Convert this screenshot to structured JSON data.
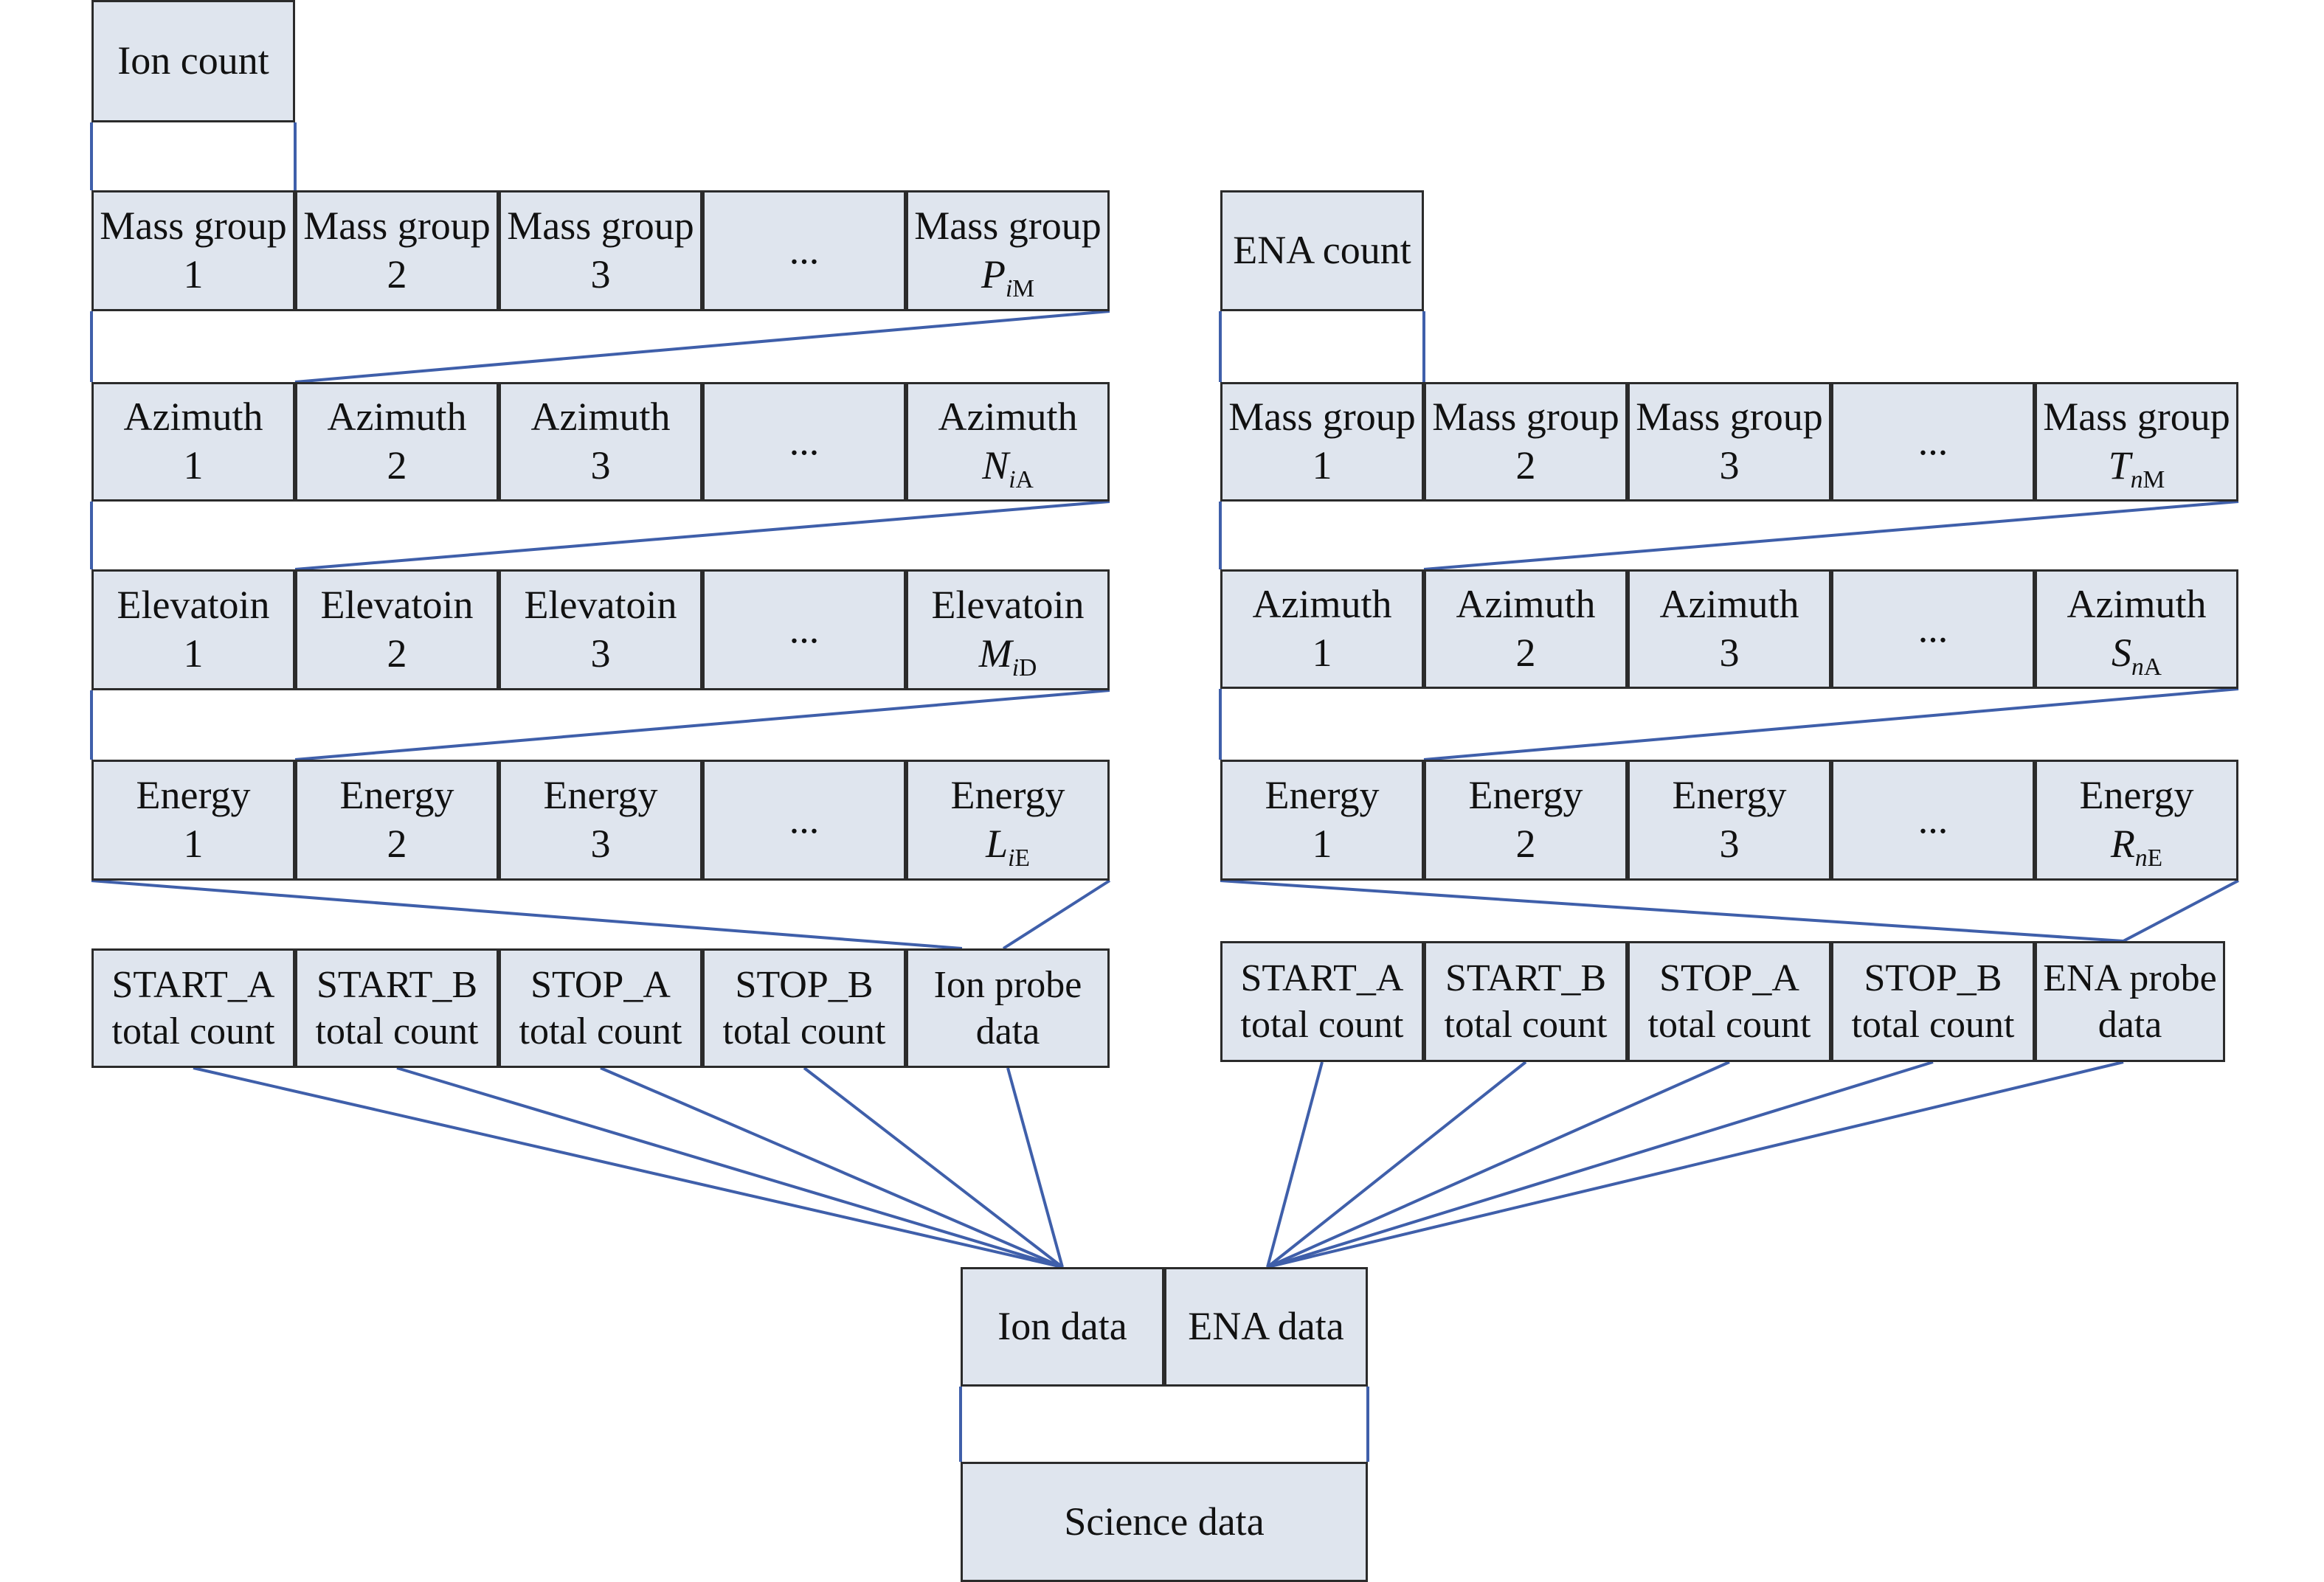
{
  "ion": {
    "count": "Ion count",
    "mass": [
      "Mass group",
      "1",
      "2",
      "3",
      "P",
      "i",
      "M"
    ],
    "azimuth": [
      "Azimuth",
      "1",
      "2",
      "3",
      "N",
      "i",
      "A"
    ],
    "elevation": [
      "Elevatoin",
      "1",
      "2",
      "3",
      "M",
      "i",
      "D"
    ],
    "energy": [
      "Energy",
      "1",
      "2",
      "3",
      "L",
      "i",
      "E"
    ],
    "totals": [
      "START_A",
      "START_B",
      "STOP_A",
      "STOP_B",
      "total count",
      "Ion probe",
      "data"
    ]
  },
  "ena": {
    "count": "ENA count",
    "mass": [
      "Mass group",
      "1",
      "2",
      "3",
      "T",
      "n",
      "M"
    ],
    "azimuth": [
      "Azimuth",
      "1",
      "2",
      "3",
      "S",
      "n",
      "A"
    ],
    "energy": [
      "Energy",
      "1",
      "2",
      "3",
      "R",
      "n",
      "E"
    ],
    "totals": [
      "START_A",
      "START_B",
      "STOP_A",
      "STOP_B",
      "total count",
      "ENA probe",
      "data"
    ]
  },
  "ellipsis": "...",
  "bottom": {
    "ion_data": "Ion data",
    "ena_data": "ENA data",
    "science_data": "Science data"
  },
  "colors": {
    "cell_fill": "#dfe5ee",
    "border": "#2b2b2b",
    "connector": "#3f5faa"
  }
}
